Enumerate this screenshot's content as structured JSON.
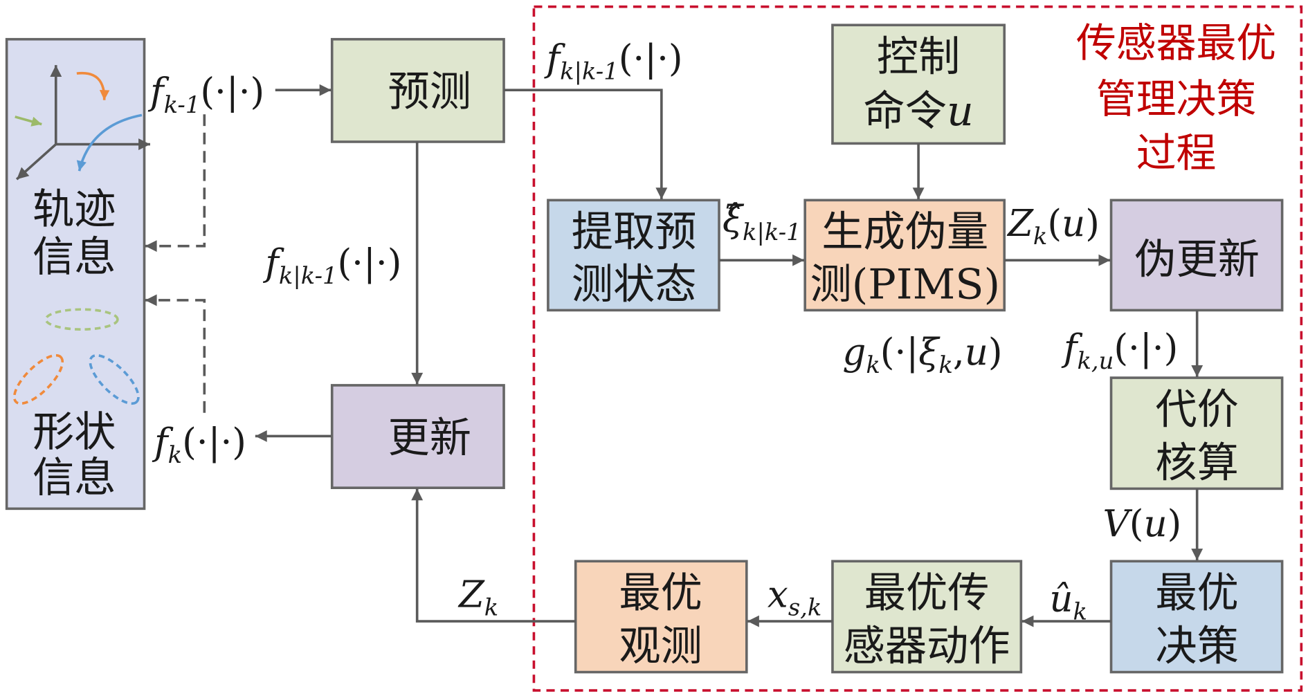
{
  "left_panel": {
    "track_info": [
      "轨迹",
      "信息"
    ],
    "shape_info": [
      "形状",
      "信息"
    ]
  },
  "boxes": {
    "predict": "预测",
    "update": "更新",
    "control": [
      "控制",
      "命令",
      "u"
    ],
    "extract": [
      "提取预",
      "测状态"
    ],
    "pims": [
      "生成伪量",
      "测(PIMS)"
    ],
    "pseudo_update": "伪更新",
    "cost": [
      "代价",
      "核算"
    ],
    "decision": [
      "最优",
      "决策"
    ],
    "action": [
      "最优传",
      "感器动作"
    ],
    "observe": [
      "最优",
      "观测"
    ]
  },
  "process_title": [
    "传感器最优",
    "管理决策",
    "过程"
  ],
  "labels": {
    "f_prev": [
      "f",
      "k-1",
      "(·|·)"
    ],
    "f_pred_top": [
      "f",
      "k|k-1",
      "(·|·)"
    ],
    "f_pred_mid": [
      "f",
      "k|k-1",
      "(·|·)"
    ],
    "f_post": [
      "f",
      "k",
      "(·|·)"
    ],
    "xi_pred": [
      "ξ̂",
      "k|k-1"
    ],
    "z_u": [
      "Z",
      "k",
      "(",
      "u",
      ")"
    ],
    "g": [
      "g",
      "k",
      "(·|",
      "ξ",
      "k",
      ",",
      "u",
      ")"
    ],
    "f_ku": [
      "f",
      "k,u",
      "(·|·)"
    ],
    "cost_v": [
      "V",
      "(",
      "u",
      ")"
    ],
    "u_hat": [
      "û",
      "k"
    ],
    "x_sk": [
      "x",
      "s,k"
    ],
    "z_k": [
      "Z",
      "k"
    ]
  },
  "colors": {
    "panel": "#d9ddf0",
    "green": "#dfe6cf",
    "purple": "#d5cde1",
    "blue": "#c6d8ea",
    "orange": "#f8d5ba",
    "line": "#5a5a5a",
    "red": "#c8102e",
    "icon_green": "#9cba6a",
    "icon_orange": "#f08a3c",
    "icon_blue": "#5b9bd5"
  }
}
